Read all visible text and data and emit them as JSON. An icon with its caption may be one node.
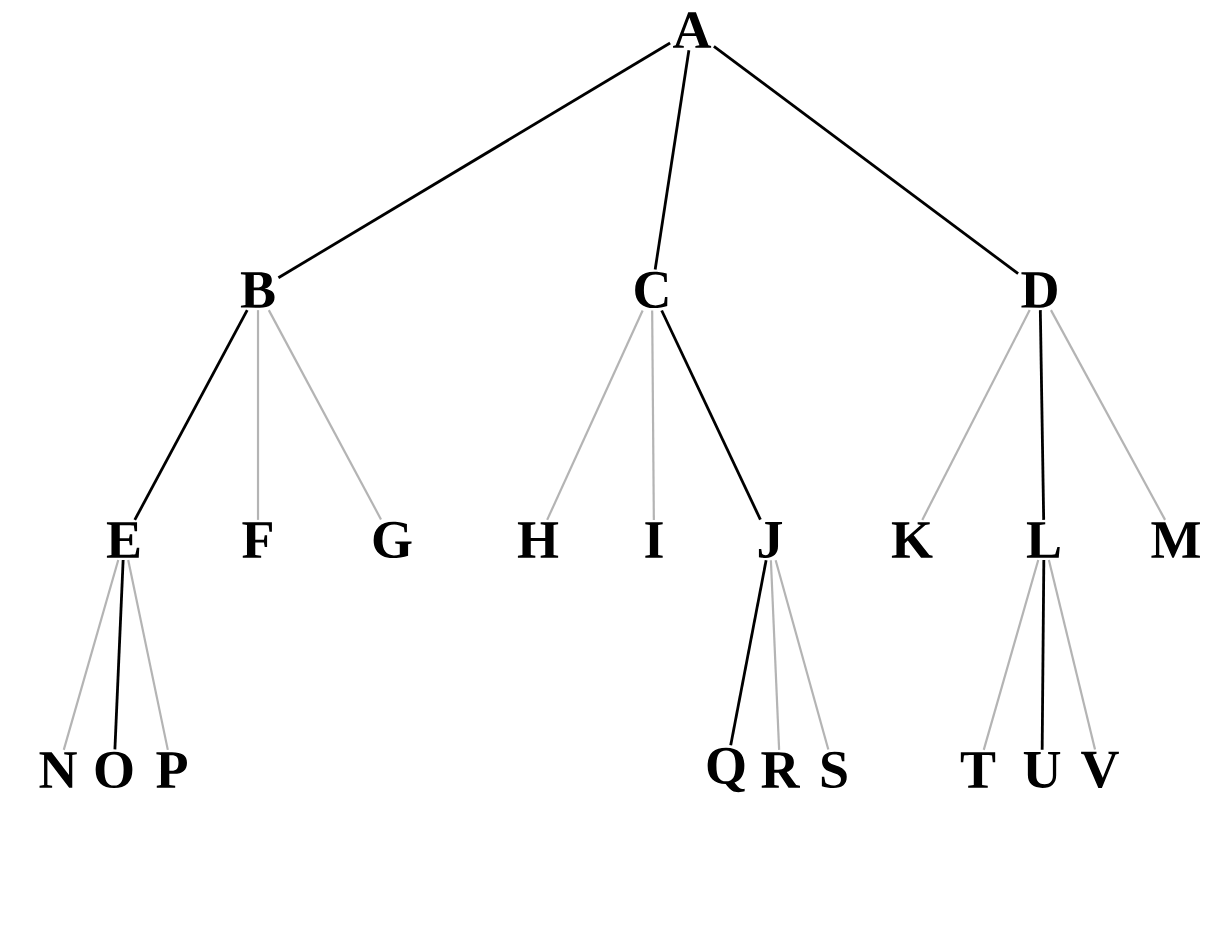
{
  "diagram": {
    "nodes": [
      {
        "text": [
          "A"
        ]
      },
      {
        "text": [
          "B"
        ]
      },
      {
        "text": [
          "C"
        ]
      },
      {
        "text": [
          "D"
        ]
      },
      {
        "text": [
          "E"
        ]
      },
      {
        "text": [
          "F"
        ]
      },
      {
        "text": [
          "G"
        ]
      },
      {
        "text": [
          "H"
        ]
      },
      {
        "text": [
          "I"
        ]
      },
      {
        "text": [
          "J"
        ]
      },
      {
        "text": [
          "K"
        ]
      },
      {
        "text": [
          "L"
        ]
      },
      {
        "text": [
          "M"
        ]
      },
      {
        "text": [
          "N"
        ]
      },
      {
        "text": [
          "O"
        ]
      },
      {
        "text": [
          "P"
        ]
      },
      {
        "text": [
          "Q"
        ]
      },
      {
        "text": [
          "R"
        ]
      },
      {
        "text": [
          "S"
        ]
      },
      {
        "text": [
          "T"
        ]
      },
      {
        "text": [
          "U"
        ]
      },
      {
        "text": [
          "V"
        ]
      }
    ],
    "edges": [
      {
        "from": 0,
        "to": 1,
        "arrow": "none",
        "color": "#000000"
      },
      {
        "from": 0,
        "to": 2,
        "arrow": "none",
        "color": "#000000"
      },
      {
        "from": 0,
        "to": 3,
        "arrow": "none",
        "color": "#000000"
      },
      {
        "from": 1,
        "to": 4,
        "arrow": "none",
        "color": "#000000"
      },
      {
        "from": 1,
        "to": 5,
        "arrow": "none"
      },
      {
        "from": 1,
        "to": 6,
        "arrow": "none"
      },
      {
        "from": 2,
        "to": 7,
        "arrow": "none"
      },
      {
        "from": 2,
        "to": 8,
        "arrow": "none"
      },
      {
        "from": 2,
        "to": 9,
        "arrow": "none",
        "color": "#000000"
      },
      {
        "from": 3,
        "to": 10,
        "arrow": "none"
      },
      {
        "from": 3,
        "to": 11,
        "arrow": "none",
        "color": "#000000"
      },
      {
        "from": 3,
        "to": 12,
        "arrow": "none"
      },
      {
        "from": 4,
        "to": 13,
        "arrow": "none"
      },
      {
        "from": 4,
        "to": 14,
        "arrow": "none",
        "color": "#000000"
      },
      {
        "from": 4,
        "to": 15,
        "arrow": "none"
      },
      {
        "from": 9,
        "to": 16,
        "arrow": "none",
        "color": "#000000"
      },
      {
        "from": 9,
        "to": 17,
        "arrow": "none"
      },
      {
        "from": 9,
        "to": 18,
        "arrow": "none"
      },
      {
        "from": 11,
        "to": 19,
        "arrow": "none"
      },
      {
        "from": 11,
        "to": 20,
        "arrow": "none",
        "color": "#000000"
      },
      {
        "from": 11,
        "to": 21,
        "arrow": "none"
      }
    ]
  }
}
